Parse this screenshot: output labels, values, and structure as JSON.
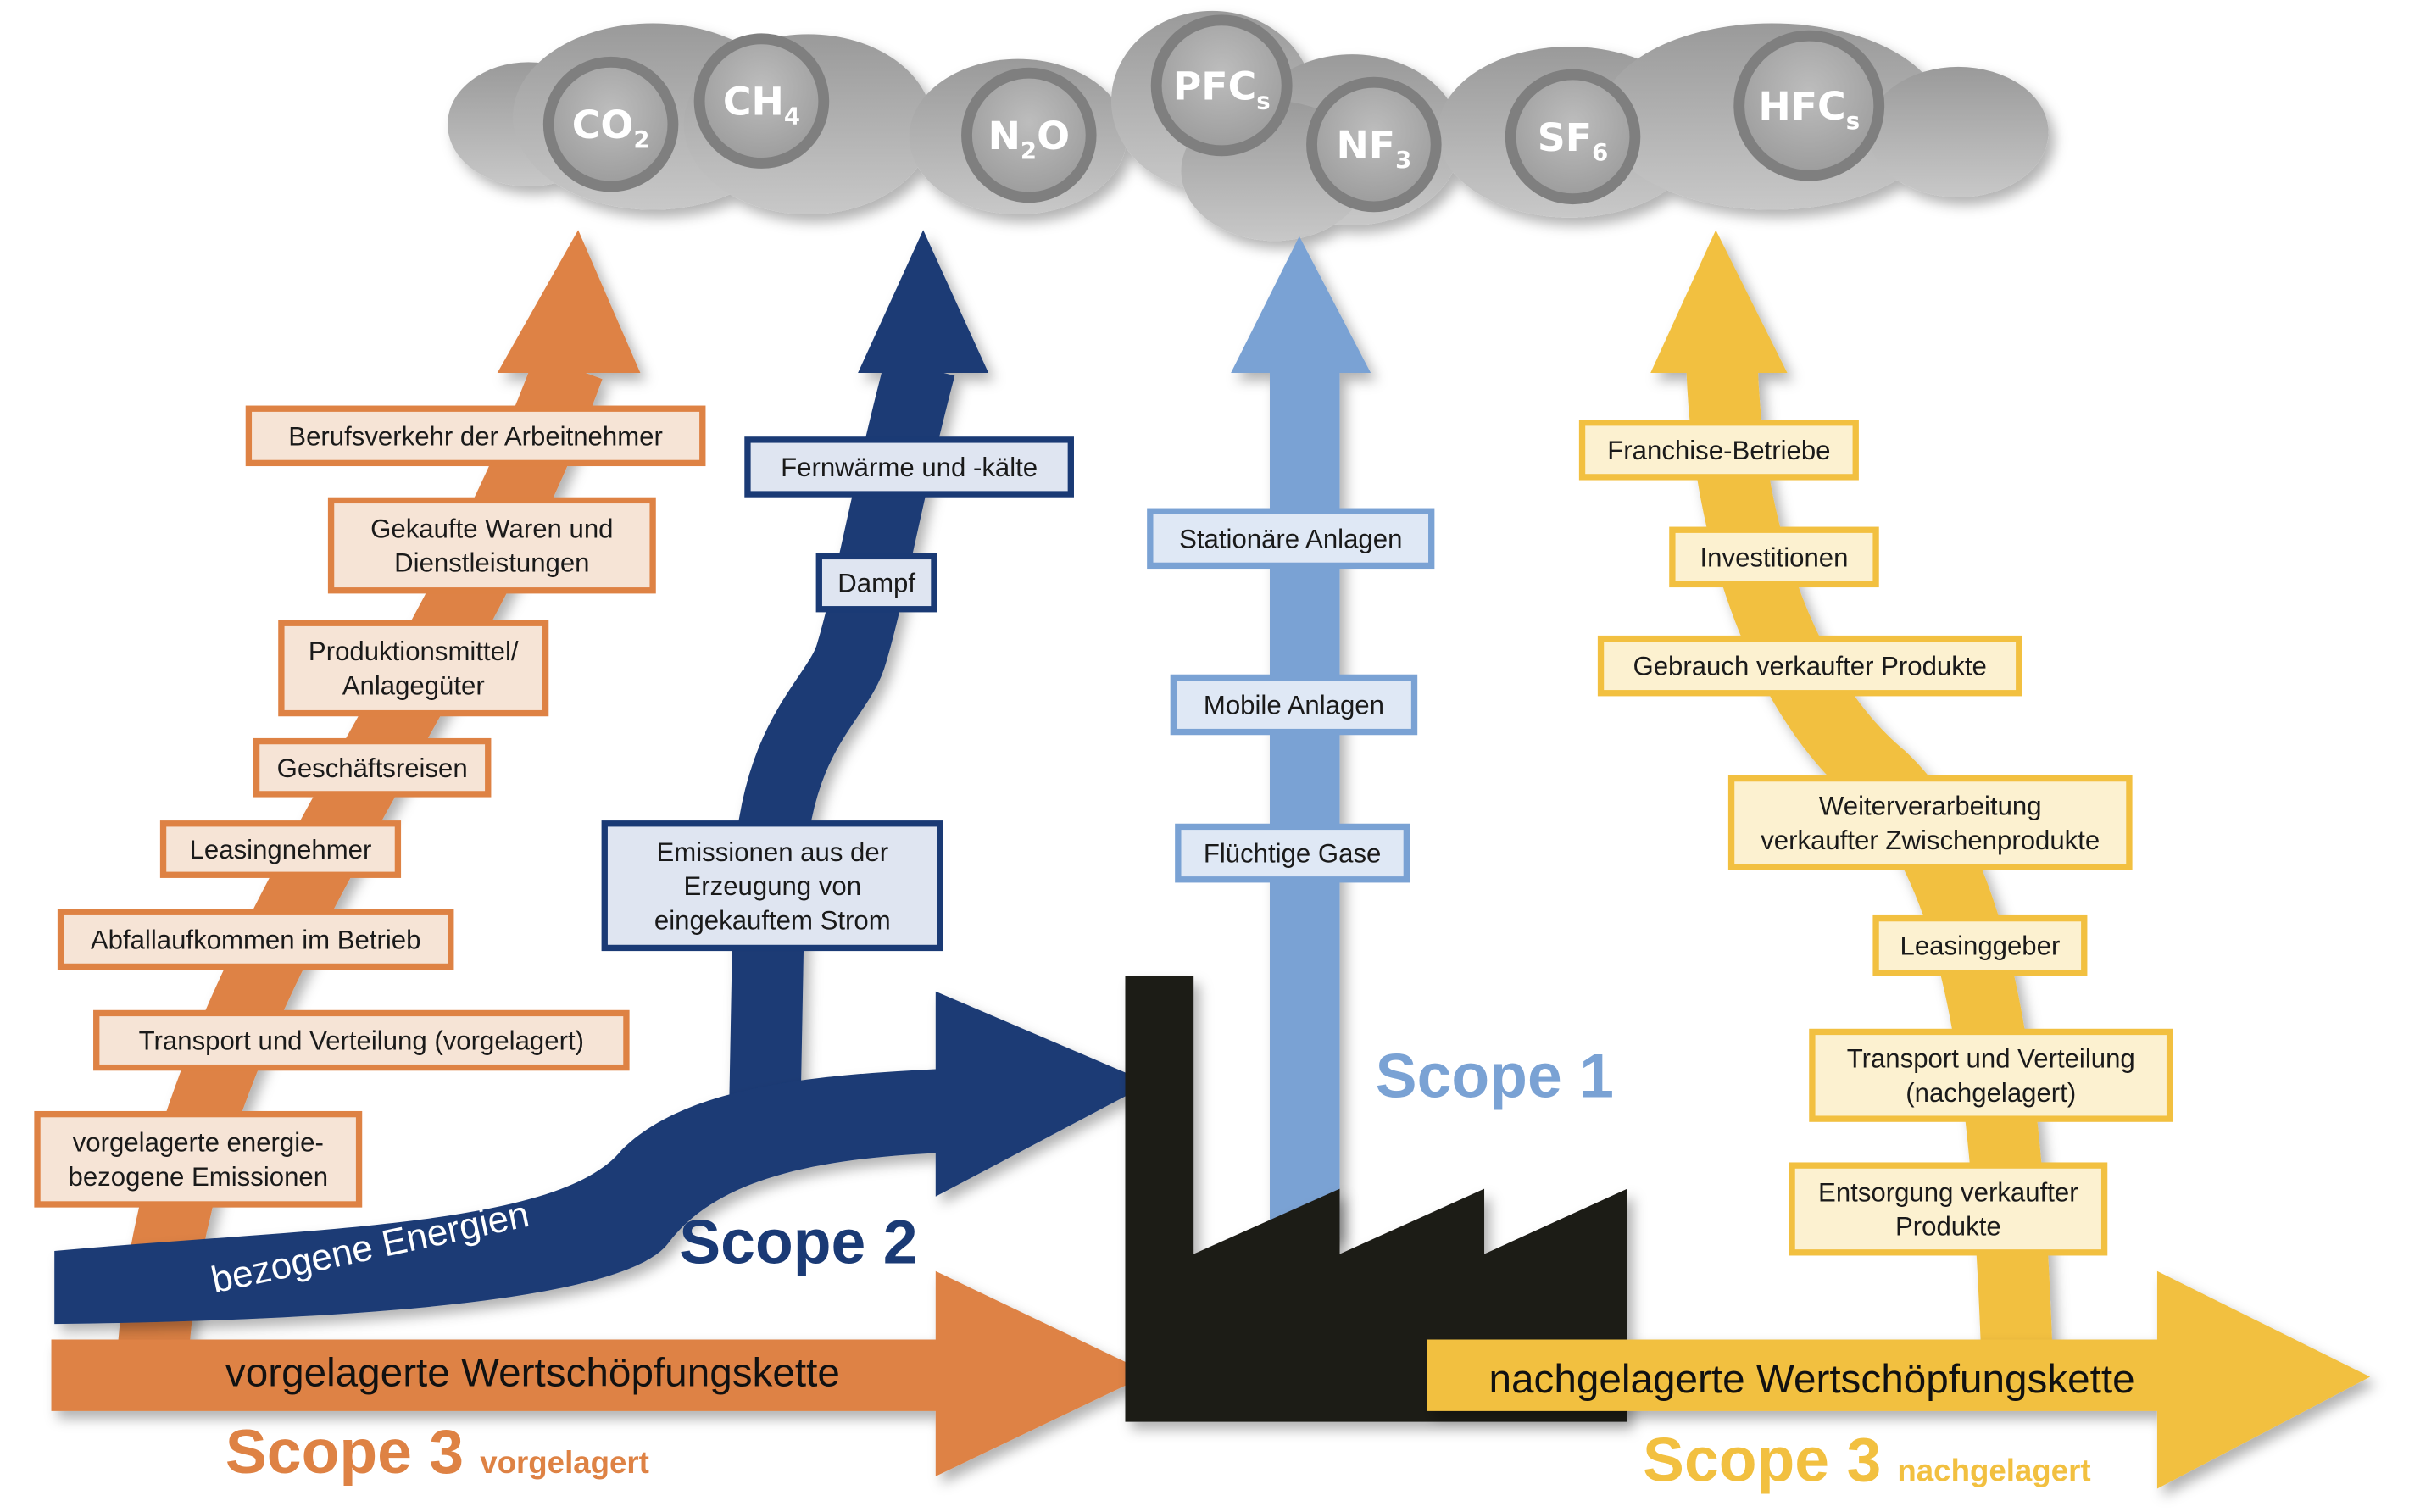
{
  "colors": {
    "scope3_upstream": "#de8244",
    "scope2": "#1a3a75",
    "scope1": "#7aa2d4",
    "scope3_downstream": "#f2c040",
    "factory": "#1e1b18",
    "cloud": "#a8a8a8"
  },
  "gases": [
    {
      "main": "CO",
      "sub": "2"
    },
    {
      "main": "CH",
      "sub": "4"
    },
    {
      "main": "N",
      "sub": "2",
      "tail": "O"
    },
    {
      "main": "PFC",
      "sub": "s"
    },
    {
      "main": "NF",
      "sub": "3"
    },
    {
      "main": "SF",
      "sub": "6"
    },
    {
      "main": "HFC",
      "sub": "s"
    }
  ],
  "scope3_upstream": {
    "items": [
      [
        "Berufsverkehr der Arbeitnehmer"
      ],
      [
        "Gekaufte Waren und",
        "Dienstleistungen"
      ],
      [
        "Produktionsmittel/",
        "Anlagegüter"
      ],
      [
        "Geschäftsreisen"
      ],
      [
        "Leasingnehmer"
      ],
      [
        "Abfallaufkommen im Betrieb"
      ],
      [
        "Transport und Verteilung (vorgelagert)"
      ],
      [
        "vorgelagerte energie-",
        "bezogene Emissionen"
      ]
    ],
    "chain_label": "vorgelagerte Wertschöpfungskette",
    "scope_label": "Scope 3",
    "scope_sub": "vorgelagert"
  },
  "scope2": {
    "items": [
      [
        "Fernwärme und -kälte"
      ],
      [
        "Dampf"
      ],
      [
        "Emissionen aus der",
        "Erzeugung von",
        "eingekauftem Strom"
      ]
    ],
    "energy_label": "bezogene Energien",
    "scope_label": "Scope 2"
  },
  "scope1": {
    "items": [
      [
        "Stationäre Anlagen"
      ],
      [
        "Mobile Anlagen"
      ],
      [
        "Flüchtige Gase"
      ]
    ],
    "scope_label": "Scope 1"
  },
  "scope3_downstream": {
    "items": [
      [
        "Franchise-Betriebe"
      ],
      [
        "Investitionen"
      ],
      [
        "Gebrauch verkaufter Produkte"
      ],
      [
        "Weiterverarbeitung",
        "verkaufter Zwischenprodukte"
      ],
      [
        "Leasinggeber"
      ],
      [
        "Transport und Verteilung",
        "(nachgelagert)"
      ],
      [
        "Entsorgung verkaufter",
        "Produkte"
      ]
    ],
    "chain_label": "nachgelagerte Wertschöpfungskette",
    "scope_label": "Scope 3",
    "scope_sub": "nachgelagert"
  }
}
